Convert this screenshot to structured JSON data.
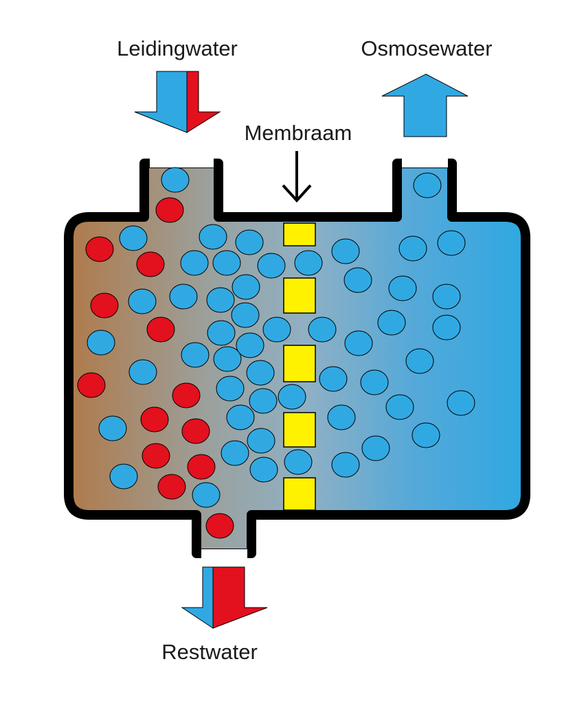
{
  "labels": {
    "inlet": "Leidingwater",
    "product": "Osmosewater",
    "membrane": "Membraam",
    "reject": "Restwater"
  },
  "colors": {
    "concentrate": "#b07a4a",
    "mixed": "#9aa2a0",
    "pure_water": "#35a8e0",
    "water_molecule": "#30a9e3",
    "contaminant": "#e3101e",
    "membrane": "#fff200",
    "outline": "#000000"
  },
  "icons": {
    "inlet_arrow": "arrow-down-icon",
    "product_arrow": "arrow-up-icon",
    "membrane_pointer": "arrow-down-icon",
    "reject_arrow": "arrow-down-icon"
  },
  "particles": {
    "water_molecule": "water-molecule",
    "contaminant": "contaminant-particle"
  }
}
